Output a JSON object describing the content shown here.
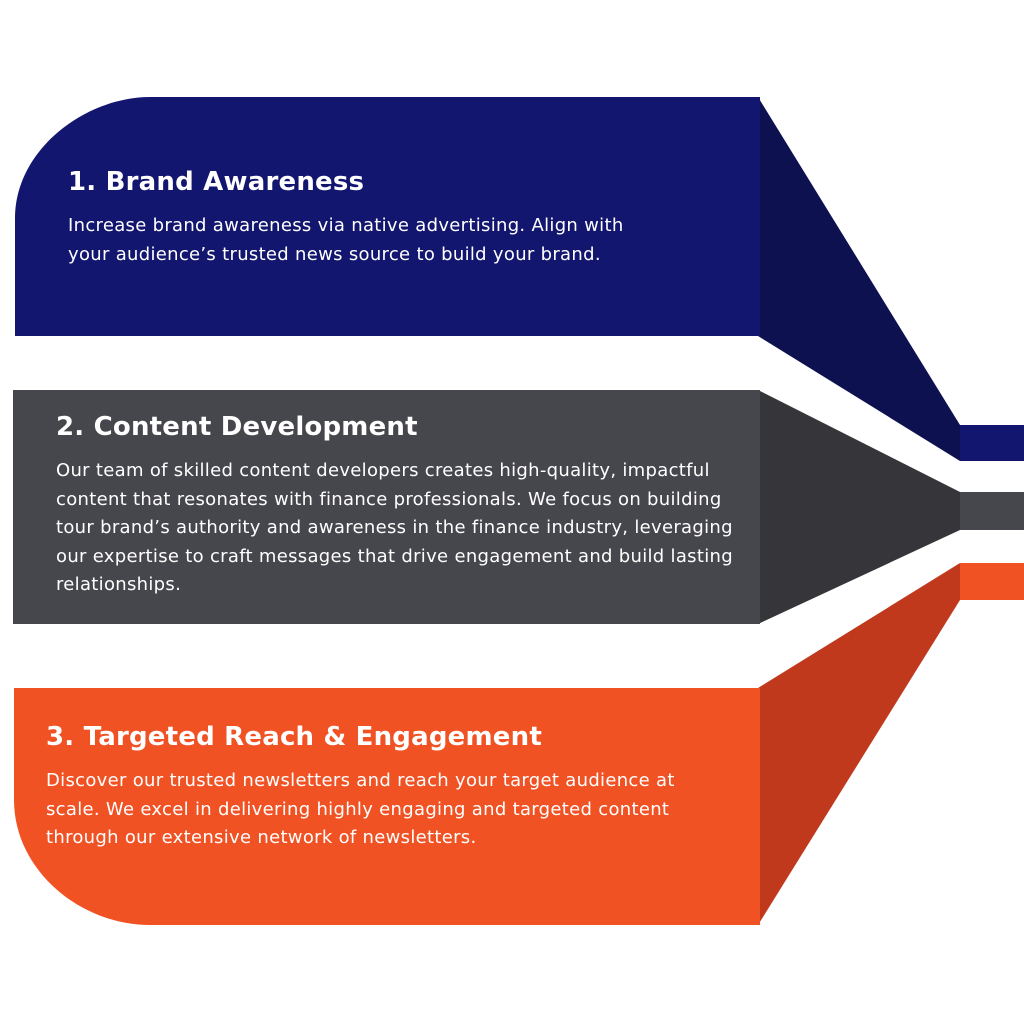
{
  "colors": {
    "card1": "#13166f",
    "card1_tail": "#0e114f",
    "card2": "#46464d",
    "card2_tail": "#35353a",
    "card3": "#f05224",
    "card3_tail": "#c0391c"
  },
  "cards": [
    {
      "title": "1. Brand Awareness",
      "description": "Increase brand awareness via native advertising. Align with your audience’s trusted news source to build your brand."
    },
    {
      "title": "2. Content Development",
      "description": "Our team of skilled content developers creates high-quality, impactful content that resonates with finance professionals. We focus on building tour brand’s authority and awareness in the finance industry, leveraging our expertise to craft messages that drive engagement and build lasting relationships."
    },
    {
      "title": "3. Targeted Reach & Engagement",
      "description": "Discover our trusted newsletters and reach your target audience at scale. We excel in delivering highly engaging and targeted content through our extensive network of newsletters."
    }
  ]
}
